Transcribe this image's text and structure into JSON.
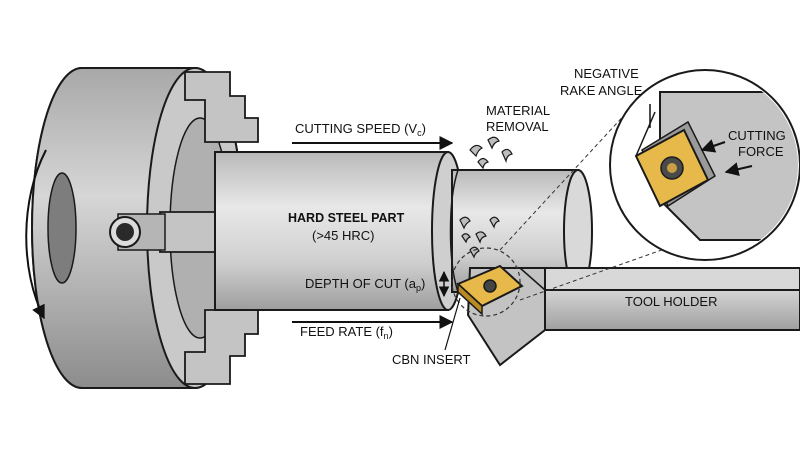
{
  "labels": {
    "cutting_speed": "CUTTING SPEED (V",
    "cutting_speed_sub": "c",
    "material_removal_1": "MATERIAL",
    "material_removal_2": "REMOVAL",
    "part_name": "HARD STEEL PART",
    "part_hardness": "(>45 HRC)",
    "depth_of_cut": "DEPTH OF CUT (a",
    "depth_of_cut_sub": "p",
    "feed_rate": "FEED RATE (f",
    "feed_rate_sub": "n",
    "cbn_insert": "CBN INSERT",
    "tool_holder": "TOOL HOLDER",
    "negative_rake_1": "NEGATIVE",
    "negative_rake_2": "RAKE ANGLE",
    "cutting_force_1": "CUTTING",
    "cutting_force_2": "FORCE",
    "close_paren": ")"
  },
  "colors": {
    "steel_light": "#e4e4e4",
    "steel_mid": "#bdbdbd",
    "steel_dark": "#8f8f8f",
    "outline": "#1a1a1a",
    "insert_gold": "#e6b94a",
    "insert_dark": "#b98a22"
  }
}
